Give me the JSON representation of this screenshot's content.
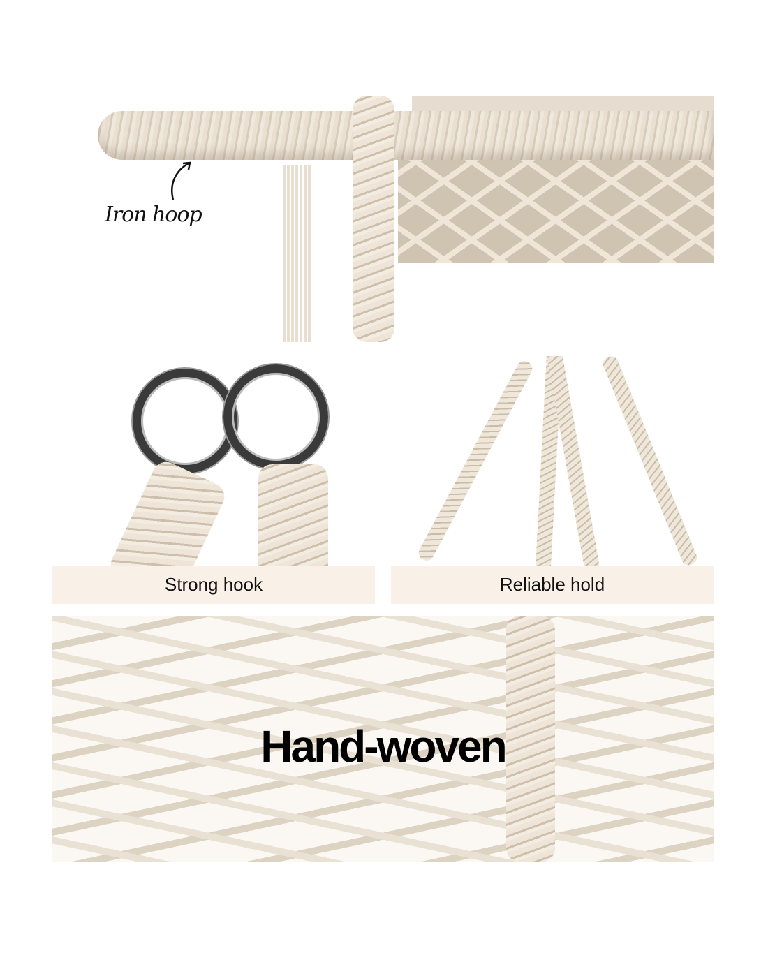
{
  "panels": {
    "top": {
      "annotation": "Iron hoop"
    },
    "hook": {
      "label": "Strong hook"
    },
    "hold": {
      "label": "Reliable hold"
    },
    "weave": {
      "title": "Hand-woven"
    }
  },
  "colors": {
    "label_band": "#f9f1e8",
    "rope": "#e9e1d3",
    "ring": "#3a3a3a"
  }
}
